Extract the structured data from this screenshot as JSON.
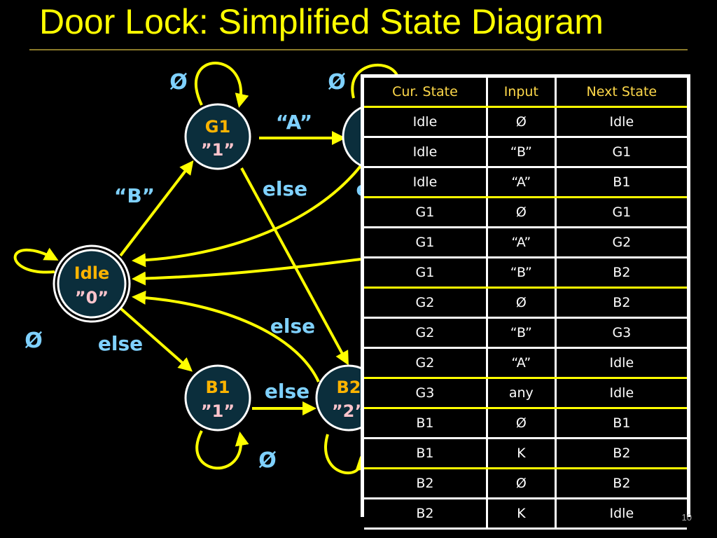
{
  "title": "Door Lock: Simplified State Diagram",
  "colors": {
    "accent": "#ffff00",
    "label": "#7fd1ff",
    "state_name": "#ffb400"
  },
  "states": {
    "idle": {
      "name": "Idle",
      "output": "”0”"
    },
    "g1": {
      "name": "G1",
      "output": "”1”"
    },
    "b1": {
      "name": "B1",
      "output": "”1”"
    },
    "b2": {
      "name": "B2",
      "output": "”2”"
    }
  },
  "edge_labels": {
    "idle_self": "Ø",
    "g1_self": "Ø",
    "g2_self": "Ø",
    "b1_self": "Ø",
    "idle_to_g1": "“B”",
    "g1_to_g2": "“A”",
    "g1_else": "else",
    "idle_else": "else",
    "b1_else": "else",
    "b2_else": "else",
    "hidden_partial": "e"
  },
  "table": {
    "headers": [
      "Cur. State",
      "Input",
      "Next State"
    ],
    "rows": [
      [
        "Idle",
        "Ø",
        "Idle"
      ],
      [
        "Idle",
        "“B”",
        "G1"
      ],
      [
        "Idle",
        "“A”",
        "B1"
      ],
      [
        "G1",
        "Ø",
        "G1"
      ],
      [
        "G1",
        "“A”",
        "G2"
      ],
      [
        "G1",
        "“B”",
        "B2"
      ],
      [
        "G2",
        "Ø",
        "B2"
      ],
      [
        "G2",
        "“B”",
        "G3"
      ],
      [
        "G2",
        "“A”",
        "Idle"
      ],
      [
        "G3",
        "any",
        "Idle"
      ],
      [
        "B1",
        "Ø",
        "B1"
      ],
      [
        "B1",
        "K",
        "B2"
      ],
      [
        "B2",
        "Ø",
        "B2"
      ],
      [
        "B2",
        "K",
        "Idle"
      ]
    ]
  },
  "page_number": "10"
}
